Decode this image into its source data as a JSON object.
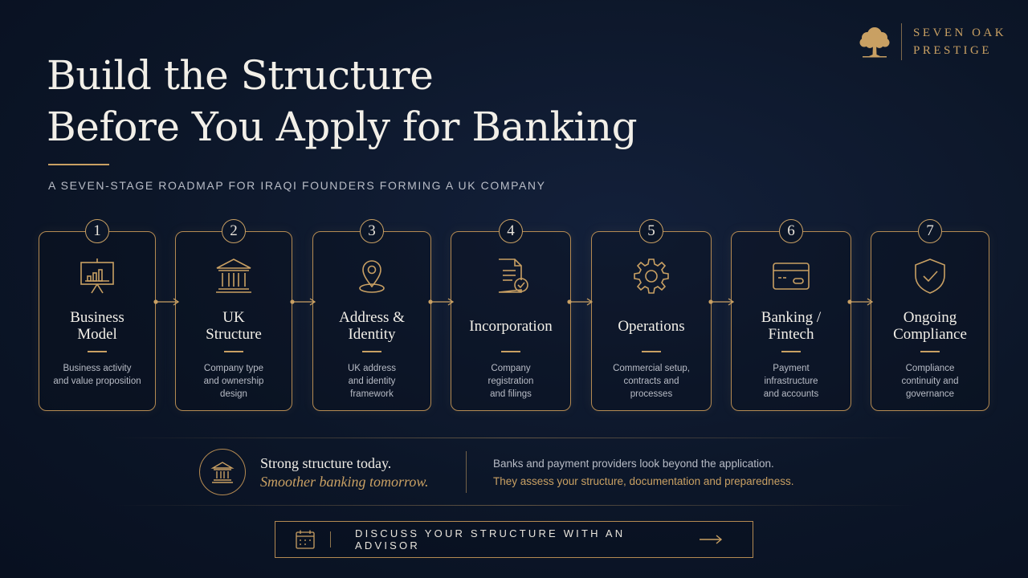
{
  "brand": {
    "line1": "SEVEN OAK",
    "line2": "PRESTIGE",
    "icon": "oak-tree-icon"
  },
  "header": {
    "title_line1": "Build the Structure",
    "title_line2": "Before You Apply for Banking",
    "subtitle": "A SEVEN-STAGE ROADMAP FOR IRAQI FOUNDERS FORMING A UK COMPANY"
  },
  "colors": {
    "background": "#0c1628",
    "accent": "#c9a063",
    "text": "#f2efe8",
    "muted": "#b8bcc6"
  },
  "stages": [
    {
      "number": "1",
      "title_line1": "Business",
      "title_line2": "Model",
      "desc_line1": "Business activity",
      "desc_line2": "and value proposition",
      "desc_line3": "",
      "icon": "presentation-chart-icon"
    },
    {
      "number": "2",
      "title_line1": "UK",
      "title_line2": "Structure",
      "desc_line1": "Company type",
      "desc_line2": "and ownership",
      "desc_line3": "design",
      "icon": "institution-building-icon"
    },
    {
      "number": "3",
      "title_line1": "Address &",
      "title_line2": "Identity",
      "desc_line1": "UK address",
      "desc_line2": "and identity",
      "desc_line3": "framework",
      "icon": "location-pin-icon"
    },
    {
      "number": "4",
      "title_line1": "Incorporation",
      "title_line2": "",
      "desc_line1": "Company",
      "desc_line2": "registration",
      "desc_line3": "and filings",
      "icon": "document-check-icon"
    },
    {
      "number": "5",
      "title_line1": "Operations",
      "title_line2": "",
      "desc_line1": "Commercial setup,",
      "desc_line2": "contracts and",
      "desc_line3": "processes",
      "icon": "gear-icon"
    },
    {
      "number": "6",
      "title_line1": "Banking /",
      "title_line2": "Fintech",
      "desc_line1": "Payment",
      "desc_line2": "infrastructure",
      "desc_line3": "and accounts",
      "icon": "credit-card-icon"
    },
    {
      "number": "7",
      "title_line1": "Ongoing",
      "title_line2": "Compliance",
      "desc_line1": "Compliance",
      "desc_line2": "continuity and",
      "desc_line3": "governance",
      "icon": "shield-check-icon"
    }
  ],
  "summary": {
    "line1": "Strong structure today.",
    "line2": "Smoother banking tomorrow.",
    "note1": "Banks and payment providers look beyond the application.",
    "note2": "They assess your structure, documentation and preparedness.",
    "icon": "bank-icon"
  },
  "cta": {
    "label": "DISCUSS YOUR STRUCTURE WITH AN ADVISOR",
    "icon": "calendar-icon",
    "arrow_icon": "arrow-right-icon"
  }
}
